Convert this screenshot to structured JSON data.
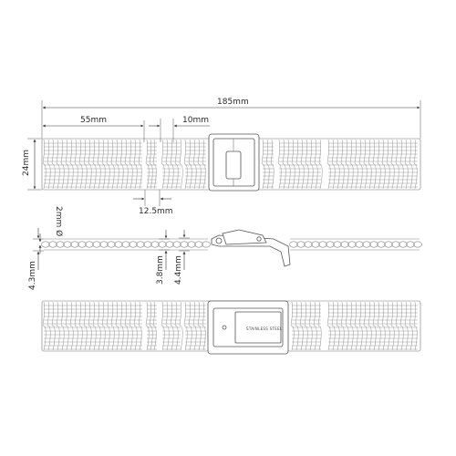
{
  "dimensions": {
    "total_length": "185mm",
    "end_section": "55mm",
    "link_width": "10mm",
    "strap_width": "24mm",
    "gap": "12.5mm",
    "wire_diameter": "2mm Ø",
    "thickness_outer": "4.3mm",
    "thickness_mid_a": "3.8mm",
    "thickness_mid_b": "4.4mm"
  },
  "clasp": {
    "engraving": "STAINLESS STEEL"
  }
}
